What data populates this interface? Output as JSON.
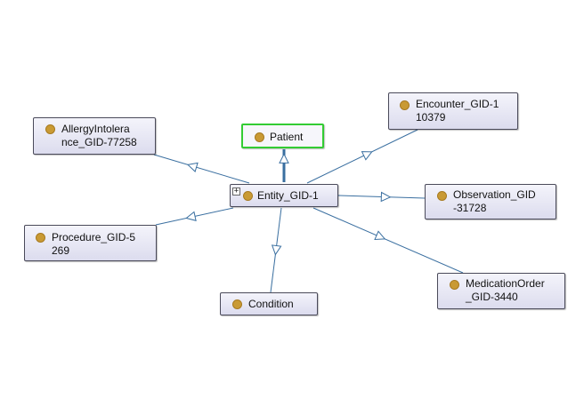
{
  "colors": {
    "edge": "#3a6fa0",
    "node_fill": "#e6e6f2",
    "node_border": "#4a4a5a",
    "selected_border": "#33cc33",
    "dot": "#c99a34"
  },
  "nodes": {
    "patient": {
      "label": "Patient",
      "selected": true,
      "icon": "individual-dot-icon"
    },
    "entity": {
      "label": "Entity_GID-1",
      "expand_symbol": "+",
      "icon": "individual-dot-icon"
    },
    "allergy": {
      "label": "AllergyIntolera\nnce_GID-77258",
      "icon": "individual-dot-icon"
    },
    "encounter": {
      "label": "Encounter_GID-1\n10379",
      "icon": "individual-dot-icon"
    },
    "observation": {
      "label": "Observation_GID\n-31728",
      "icon": "individual-dot-icon"
    },
    "procedure": {
      "label": "Procedure_GID-5\n269",
      "icon": "individual-dot-icon"
    },
    "condition": {
      "label": "Condition",
      "icon": "individual-dot-icon"
    },
    "medication": {
      "label": "MedicationOrder\n_GID-3440",
      "icon": "individual-dot-icon"
    }
  }
}
